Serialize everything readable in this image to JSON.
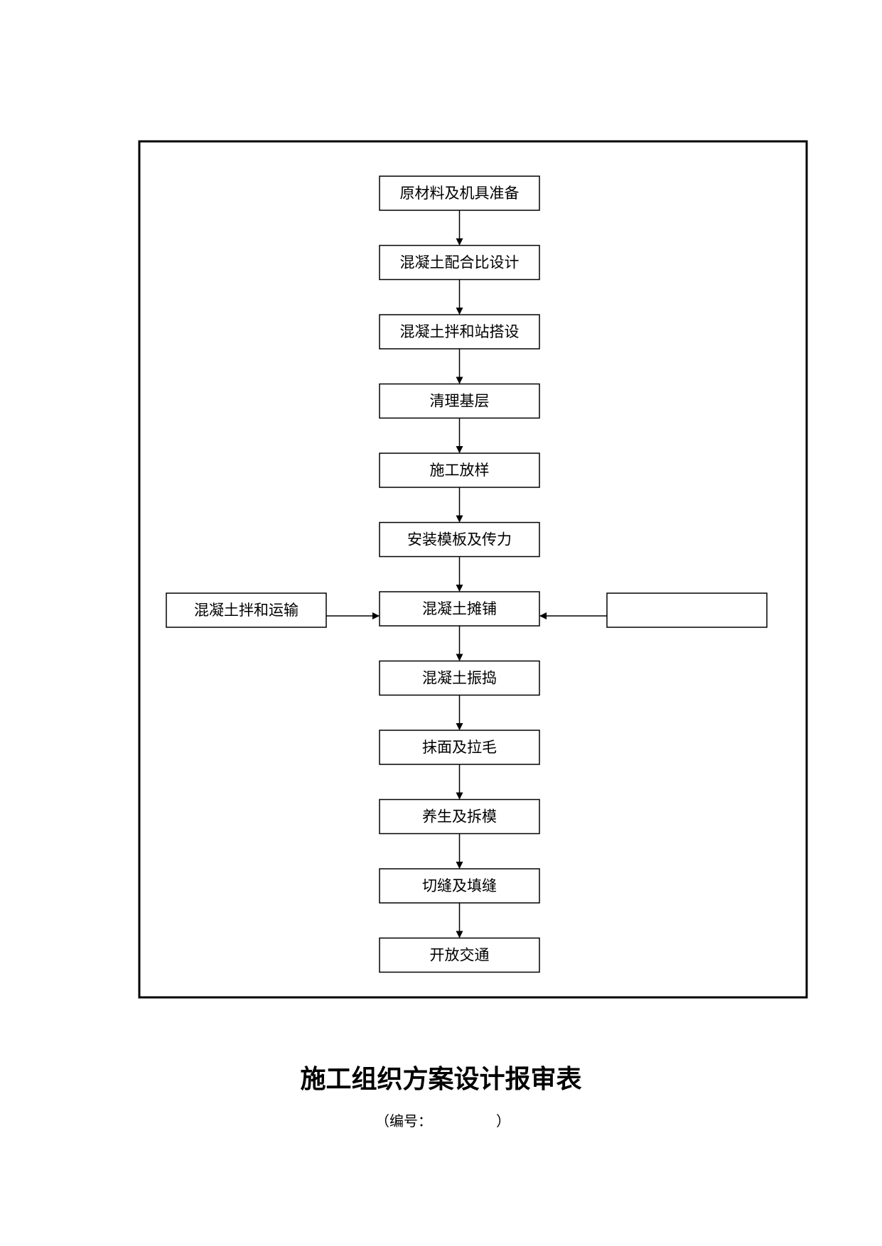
{
  "flowchart": {
    "main_steps": [
      "原材料及机具准备",
      "混凝土配合比设计",
      "混凝土拌和站搭设",
      "清理基层",
      "施工放样",
      "安装模板及传力",
      "混凝土摊铺",
      "混凝土振捣",
      "抹面及拉毛",
      "养生及拆模",
      "切缝及填缝",
      "开放交通"
    ],
    "left_input": "混凝土拌和运输",
    "right_input": ""
  },
  "form": {
    "title": "施工组织方案设计报审表",
    "number_open": "（",
    "number_label": "编号：",
    "number_value": "",
    "number_close": "）"
  }
}
